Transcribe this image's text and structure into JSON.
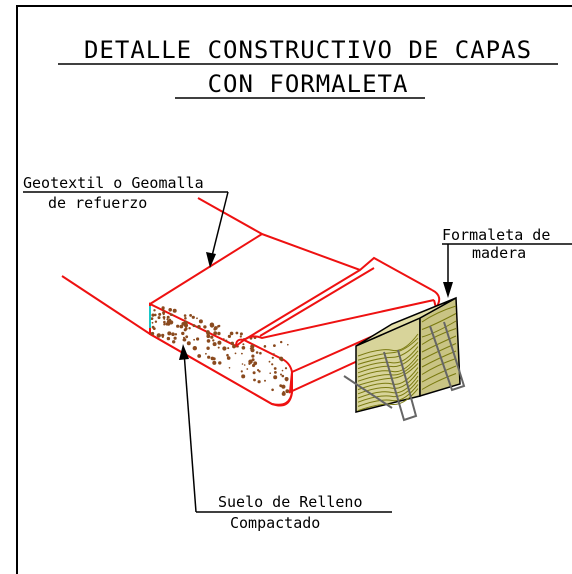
{
  "title": {
    "line1": "DETALLE CONSTRUCTIVO DE CAPAS",
    "line2": "CON FORMALETA"
  },
  "labels": {
    "geotextil_line1": "Geotextil o Geomalla",
    "geotextil_line2": "de refuerzo",
    "formaleta_line1": "Formaleta de",
    "formaleta_line2": "madera",
    "suelo_line1": "Suelo de Relleno",
    "suelo_line2": "Compactado"
  },
  "colors": {
    "geotextile": "#ee1111",
    "wood_fill": "#d8d49a",
    "wood_grain": "#7a7a10",
    "soil_speckle": "#8a4a1e",
    "anchor": "#666666",
    "leader": "#000000",
    "edge_accent": "#19c7c7"
  }
}
